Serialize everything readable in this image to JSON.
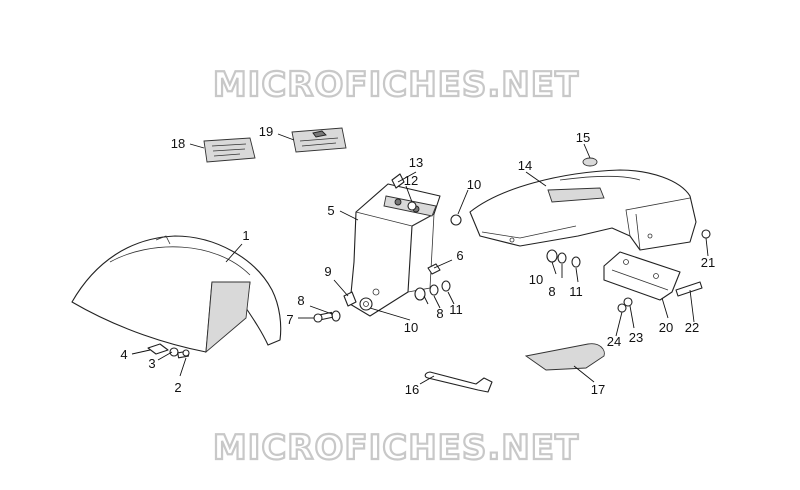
{
  "watermark": {
    "top": "MICROFICHES.NET",
    "bottom": "MICROFICHES.NET"
  },
  "callouts": {
    "c1": "1",
    "c2": "2",
    "c3": "3",
    "c4": "4",
    "c5": "5",
    "c6": "6",
    "c7": "7",
    "c8a": "8",
    "c8b": "8",
    "c8c": "8",
    "c9": "9",
    "c10a": "10",
    "c10b": "10",
    "c10c": "10",
    "c11a": "11",
    "c11b": "11",
    "c12": "12",
    "c13": "13",
    "c14": "14",
    "c15": "15",
    "c16": "16",
    "c17": "17",
    "c18": "18",
    "c19": "19",
    "c20": "20",
    "c21": "21",
    "c22": "22",
    "c23": "23",
    "c24": "24"
  },
  "colors": {
    "watermark_outline": "#c8c8c8",
    "line": "#222222",
    "background": "#ffffff"
  }
}
